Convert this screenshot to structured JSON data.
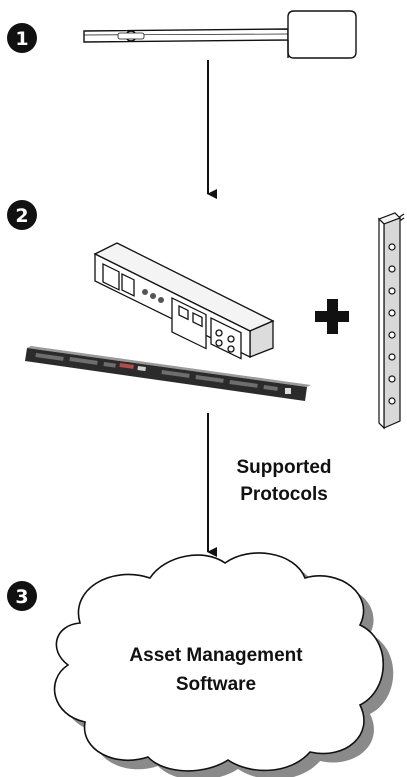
{
  "steps": [
    {
      "number": "1",
      "item": "asset tag"
    },
    {
      "number": "2",
      "item": "rack PDU"
    },
    {
      "number": "3",
      "item": "asset management cloud"
    }
  ],
  "connector_label": {
    "line1": "Supported",
    "line2": "Protocols"
  },
  "cloud_label": {
    "line1": "Asset Management",
    "line2": "Software"
  },
  "colors": {
    "ink": "#111111",
    "shadow": "#8a8a8a",
    "pdu_dark": "#2b2b2b",
    "pdu_light": "#f4f4f4",
    "background": "#ffffff"
  }
}
